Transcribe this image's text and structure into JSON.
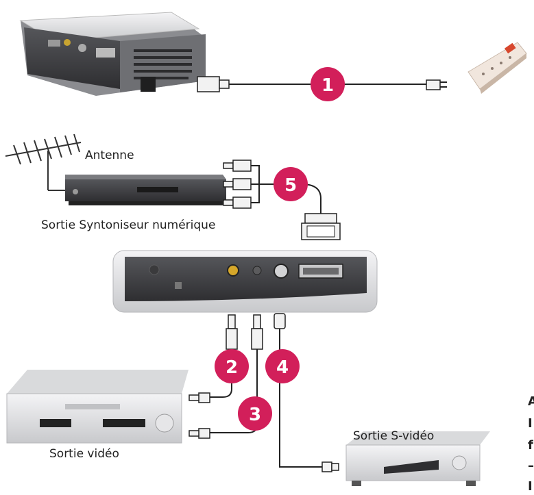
{
  "labels": {
    "antenna": "Antenne",
    "digital_tuner_output": "Sortie Syntoniseur numérique",
    "video_output": "Sortie vidéo",
    "svideo_output": "Sortie S-vidéo"
  },
  "badges": [
    "1",
    "2",
    "3",
    "4",
    "5"
  ],
  "edge_text": [
    "A",
    "I",
    "f",
    "–",
    "I"
  ],
  "colors": {
    "badge": "#d21f5a",
    "device_dark": "#3d3d40",
    "device_silver": "#d9dadc",
    "cable": "#222222"
  }
}
